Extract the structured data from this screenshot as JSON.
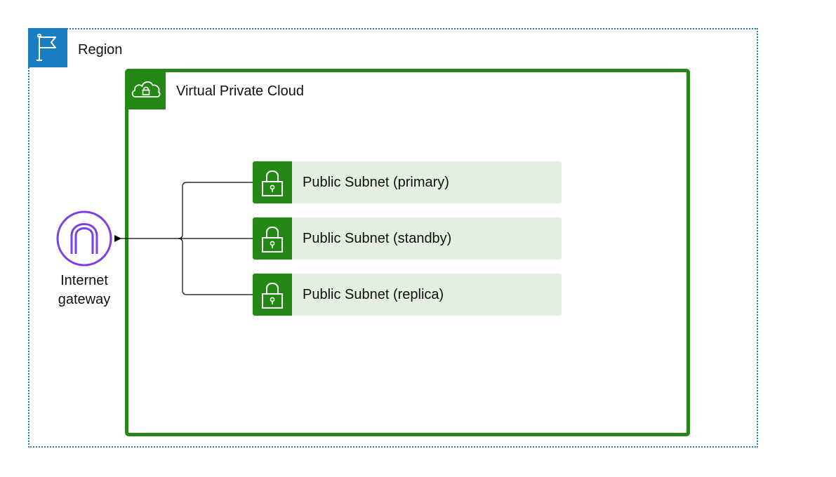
{
  "region": {
    "label": "Region",
    "icon": "flag-icon",
    "color": "#1a7fc1"
  },
  "vpc": {
    "label": "Virtual Private Cloud",
    "icon": "cloud-lock-icon",
    "color": "#248814"
  },
  "subnets": [
    {
      "label": "Public Subnet (primary)",
      "icon": "padlock-icon"
    },
    {
      "label": "Public Subnet (standby)",
      "icon": "padlock-icon"
    },
    {
      "label": "Public Subnet (replica)",
      "icon": "padlock-icon"
    }
  ],
  "subnet_fill": "#e3efe0",
  "internet_gateway": {
    "line1": "Internet",
    "line2": "gateway",
    "icon": "internet-gateway-icon",
    "color": "#7b3fe4"
  }
}
